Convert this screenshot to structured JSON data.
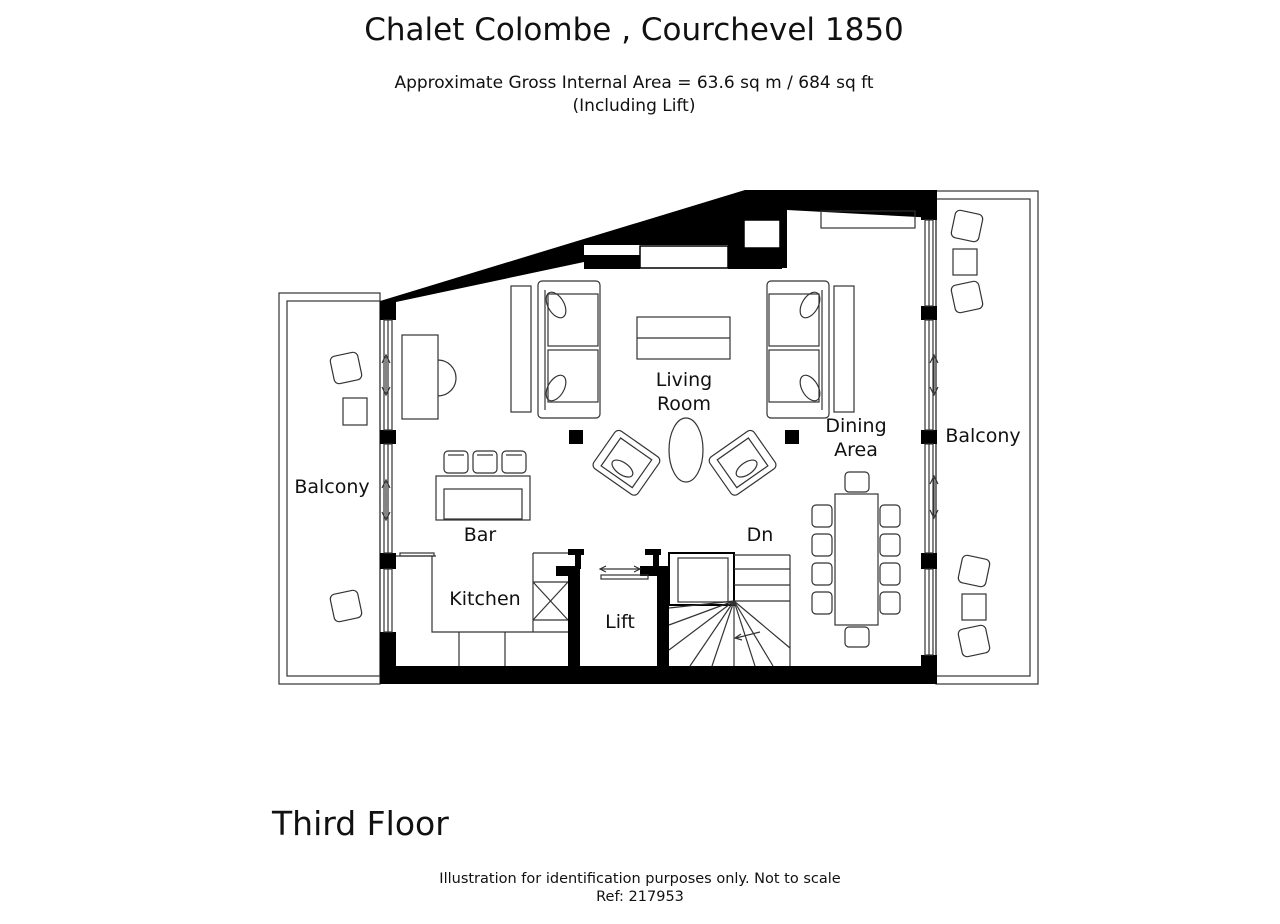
{
  "header": {
    "title": "Chalet Colombe , Courchevel 1850",
    "area_line": "Approximate Gross Internal Area = 63.6 sq m / 684 sq ft",
    "area_note": "(Including Lift)"
  },
  "plan": {
    "floor_name": "Third Floor",
    "rooms": {
      "living_1": "Living",
      "living_2": "Room",
      "dining_1": "Dining",
      "dining_2": "Area",
      "balcony_left": "Balcony",
      "balcony_right": "Balcony",
      "bar": "Bar",
      "kitchen": "Kitchen",
      "lift": "Lift",
      "stairs_down": "Dn"
    }
  },
  "footer": {
    "disclaimer": "Illustration for identification purposes only. Not to scale",
    "reference": "Ref: 217953"
  },
  "colors": {
    "wall": "#000000",
    "line": "#333333",
    "background": "#ffffff"
  }
}
